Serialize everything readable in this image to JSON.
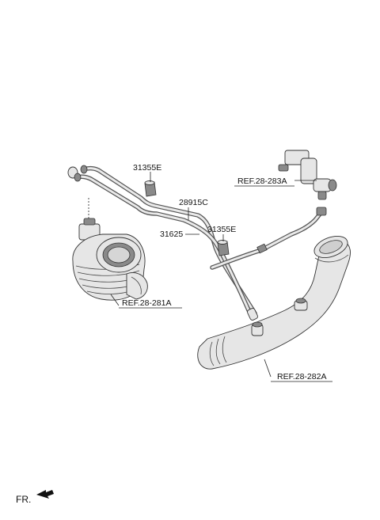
{
  "labels": {
    "part_31355e_upper": "31355E",
    "part_28915c": "28915C",
    "part_31625": "31625",
    "part_31355e_lower": "31355E"
  },
  "references": {
    "ref_283a": "REF.28-283A",
    "ref_281a": "REF.28-281A",
    "ref_282a": "REF.28-282A"
  },
  "direction": {
    "label": "FR."
  }
}
